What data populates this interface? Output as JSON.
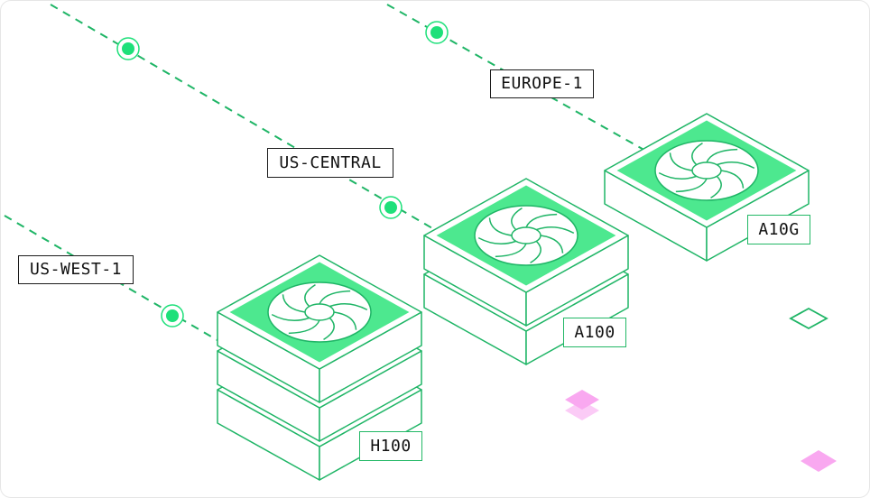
{
  "colors": {
    "accent": "#4de88f",
    "stroke": "#1fb566",
    "accent_light": "#c6f6d8",
    "node": "#1ee07a",
    "pink": "#f9a8f0",
    "region_border": "#1c1c1c"
  },
  "regions": [
    {
      "id": "us-west-1",
      "label": "US-WEST-1"
    },
    {
      "id": "us-central",
      "label": "US-CENTRAL"
    },
    {
      "id": "europe-1",
      "label": "EUROPE-1"
    }
  ],
  "gpus": [
    {
      "id": "h100",
      "label": "H100",
      "layers": 3
    },
    {
      "id": "a100",
      "label": "A100",
      "layers": 2
    },
    {
      "id": "a10g",
      "label": "A10G",
      "layers": 1
    }
  ],
  "icons": [
    "fan-icon",
    "node-dot-icon",
    "diamond-icon"
  ]
}
